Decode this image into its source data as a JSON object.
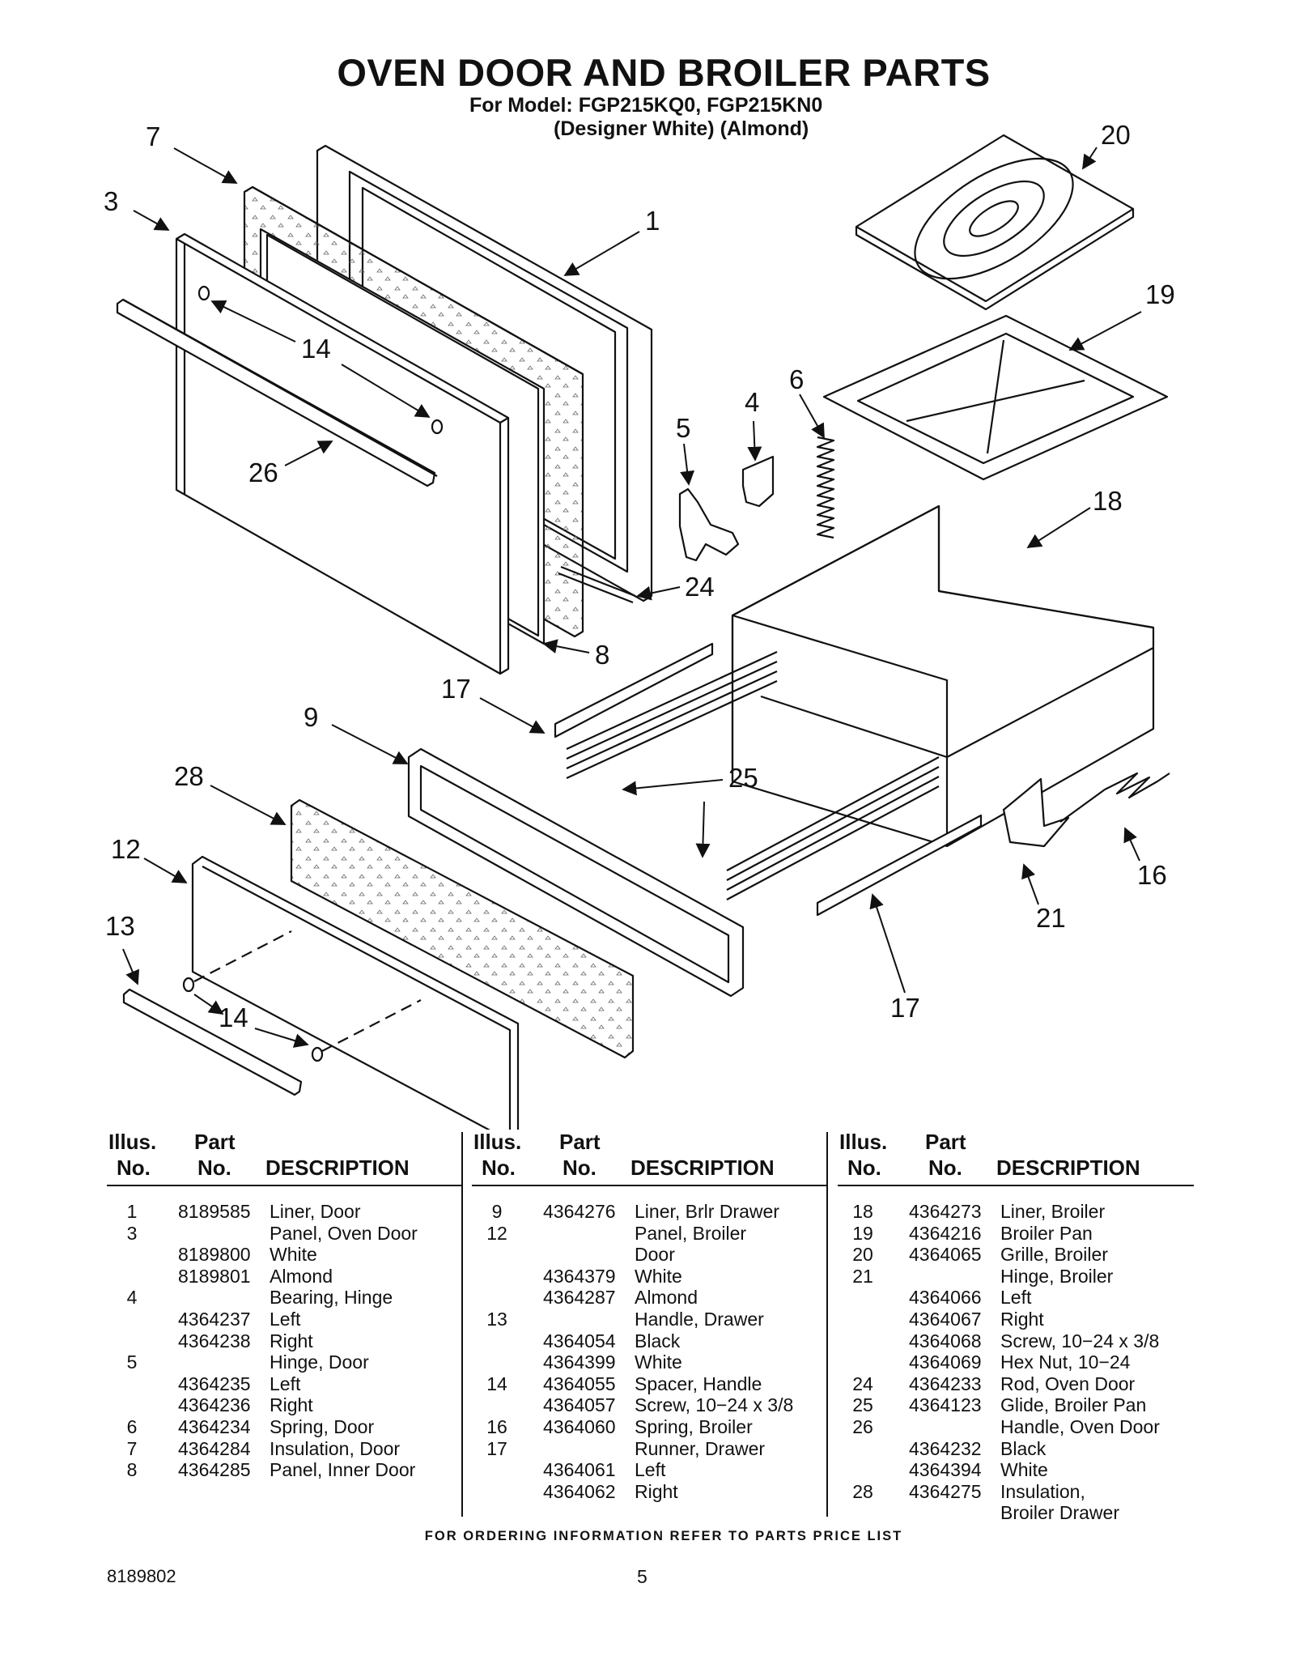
{
  "header": {
    "title": "OVEN DOOR AND BROILER PARTS",
    "model": "For Model: FGP215KQ0, FGP215KN0",
    "variant": "(Designer White) (Almond)"
  },
  "diagram": {
    "callouts": [
      "1",
      "3",
      "4",
      "5",
      "6",
      "7",
      "8",
      "9",
      "12",
      "13",
      "14",
      "14",
      "16",
      "17",
      "17",
      "18",
      "19",
      "20",
      "21",
      "24",
      "25",
      "26",
      "28"
    ]
  },
  "table": {
    "headers": {
      "illus_1": "Illus.",
      "illus_2": "No.",
      "part_1": "Part",
      "part_2": "No.",
      "description": "DESCRIPTION"
    },
    "columns": [
      [
        {
          "illus": "1",
          "part": "8189585",
          "desc": "Liner, Door"
        },
        {
          "illus": "3",
          "part": "",
          "desc": "Panel, Oven Door"
        },
        {
          "illus": "",
          "part": "8189800",
          "desc": "White"
        },
        {
          "illus": "",
          "part": "8189801",
          "desc": "Almond"
        },
        {
          "illus": "4",
          "part": "",
          "desc": "Bearing, Hinge"
        },
        {
          "illus": "",
          "part": "4364237",
          "desc": "Left"
        },
        {
          "illus": "",
          "part": "4364238",
          "desc": "Right"
        },
        {
          "illus": "5",
          "part": "",
          "desc": "Hinge, Door"
        },
        {
          "illus": "",
          "part": "4364235",
          "desc": "Left"
        },
        {
          "illus": "",
          "part": "4364236",
          "desc": "Right"
        },
        {
          "illus": "6",
          "part": "4364234",
          "desc": "Spring, Door"
        },
        {
          "illus": "7",
          "part": "4364284",
          "desc": "Insulation, Door"
        },
        {
          "illus": "8",
          "part": "4364285",
          "desc": "Panel, Inner Door"
        }
      ],
      [
        {
          "illus": "9",
          "part": "4364276",
          "desc": "Liner, Brlr Drawer"
        },
        {
          "illus": "12",
          "part": "",
          "desc": "Panel, Broiler"
        },
        {
          "illus": "",
          "part": "",
          "desc": "Door"
        },
        {
          "illus": "",
          "part": "4364379",
          "desc": "White"
        },
        {
          "illus": "",
          "part": "4364287",
          "desc": "Almond"
        },
        {
          "illus": "13",
          "part": "",
          "desc": "Handle, Drawer"
        },
        {
          "illus": "",
          "part": "4364054",
          "desc": "Black"
        },
        {
          "illus": "",
          "part": "4364399",
          "desc": "White"
        },
        {
          "illus": "14",
          "part": "4364055",
          "desc": "Spacer, Handle"
        },
        {
          "illus": "",
          "part": "4364057",
          "desc": "Screw, 10−24 x 3/8"
        },
        {
          "illus": "16",
          "part": "4364060",
          "desc": "Spring, Broiler"
        },
        {
          "illus": "17",
          "part": "",
          "desc": "Runner, Drawer"
        },
        {
          "illus": "",
          "part": "4364061",
          "desc": "Left"
        },
        {
          "illus": "",
          "part": "4364062",
          "desc": "Right"
        }
      ],
      [
        {
          "illus": "18",
          "part": "4364273",
          "desc": "Liner, Broiler"
        },
        {
          "illus": "19",
          "part": "4364216",
          "desc": "Broiler Pan"
        },
        {
          "illus": "20",
          "part": "4364065",
          "desc": "Grille, Broiler"
        },
        {
          "illus": "21",
          "part": "",
          "desc": "Hinge, Broiler"
        },
        {
          "illus": "",
          "part": "4364066",
          "desc": "Left"
        },
        {
          "illus": "",
          "part": "4364067",
          "desc": "Right"
        },
        {
          "illus": "",
          "part": "4364068",
          "desc": "Screw, 10−24 x 3/8"
        },
        {
          "illus": "",
          "part": "4364069",
          "desc": "Hex Nut, 10−24"
        },
        {
          "illus": "24",
          "part": "4364233",
          "desc": "Rod, Oven Door"
        },
        {
          "illus": "25",
          "part": "4364123",
          "desc": "Glide, Broiler Pan"
        },
        {
          "illus": "26",
          "part": "",
          "desc": "Handle, Oven Door"
        },
        {
          "illus": "",
          "part": "4364232",
          "desc": "Black"
        },
        {
          "illus": "",
          "part": "4364394",
          "desc": "White"
        },
        {
          "illus": "28",
          "part": "4364275",
          "desc": "Insulation,"
        },
        {
          "illus": "",
          "part": "",
          "desc": "Broiler Drawer"
        }
      ]
    ]
  },
  "footer": {
    "note": "FOR ORDERING INFORMATION REFER TO PARTS PRICE LIST",
    "doc_number": "8189802",
    "page_number": "5"
  }
}
